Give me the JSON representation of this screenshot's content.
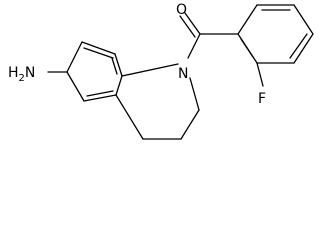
{
  "molecule": {
    "atoms": {
      "oxygen": "O",
      "nitrogen": "N",
      "fluorine": "F",
      "amine": "H2N"
    },
    "amine_parts": {
      "h": "H",
      "sub": "2",
      "n": "N"
    }
  }
}
